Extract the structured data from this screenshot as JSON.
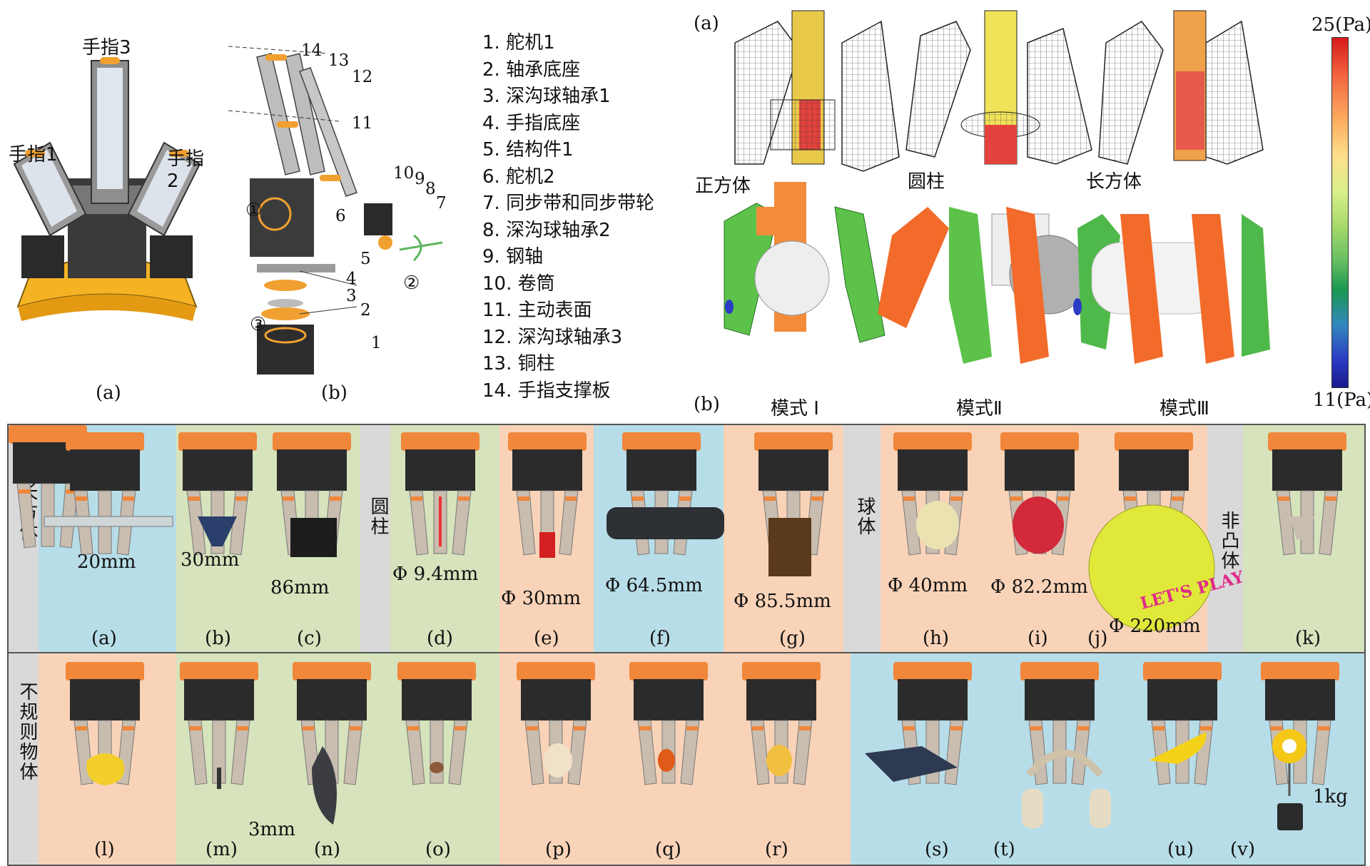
{
  "top_left": {
    "finger_labels": [
      "手指3",
      "手指1",
      "手指2"
    ],
    "caption_a": "(a)",
    "caption_b": "(b)",
    "part_numbers": [
      "14",
      "13",
      "12",
      "11",
      "10",
      "9",
      "8",
      "7",
      "6",
      "5",
      "4",
      "3",
      "2",
      "1"
    ],
    "circled": [
      "①",
      "②",
      "③"
    ]
  },
  "parts_list": [
    "1. 舵机1",
    "2. 轴承底座",
    "3. 深沟球轴承1",
    "4. 手指底座",
    "5. 结构件1",
    "6. 舵机2",
    "7. 同步带和同步带轮",
    "8. 深沟球轴承2",
    "9. 钢轴",
    "10. 卷筒",
    "11. 主动表面",
    "12. 深沟球轴承3",
    "13. 铜柱",
    "14. 手指支撑板"
  ],
  "stress_figure": {
    "label_a": "(a)",
    "label_b": "(b)",
    "shapes": [
      "正方体",
      "圆柱",
      "长方体"
    ],
    "modes": [
      "模式 Ⅰ",
      "模式Ⅱ",
      "模式Ⅲ"
    ],
    "colorbar_max": "25(Pa)",
    "colorbar_min": "11(Pa)",
    "colorbar_colors": [
      "#d7191c",
      "#f46d43",
      "#fdae61",
      "#fee08b",
      "#d9ef8b",
      "#a6d96a",
      "#66bd63",
      "#1a9850",
      "#3288bd",
      "#2b3cc4",
      "#1a1a8c"
    ]
  },
  "experiments_row1": {
    "group_labels": [
      "长方体",
      "圆柱",
      "球体",
      "非凸体"
    ],
    "measurements": [
      "20mm",
      "30mm",
      "86mm",
      "Φ 9.4mm",
      "Φ 30mm",
      "Φ 64.5mm",
      "Φ 85.5mm",
      "Φ 40mm",
      "Φ 82.2mm",
      "Φ 220mm"
    ],
    "captions": [
      "(a)",
      "(b)",
      "(c)",
      "(d)",
      "(e)",
      "(f)",
      "(g)",
      "(h)",
      "(i)",
      "(j)",
      "(k)"
    ]
  },
  "experiments_row2": {
    "group_label": "不规则物体",
    "measurements": [
      "3mm",
      "1kg"
    ],
    "captions": [
      "(l)",
      "(m)",
      "(n)",
      "(o)",
      "(p)",
      "(q)",
      "(r)",
      "(s)",
      "(t)",
      "(u)",
      "(v)"
    ]
  },
  "ball_text": "LET'S PLAY",
  "colors": {
    "blue_bg": "#b7dde8",
    "green_bg": "#d6e3bc",
    "orange_bg": "#f9d3b8",
    "gray_bg": "#d9d9d9",
    "gripper_orange": "#f0873a",
    "gripper_dark": "#2b2b2b",
    "finger_gray": "#c9bdb0",
    "yellow_base": "#f5b324"
  }
}
